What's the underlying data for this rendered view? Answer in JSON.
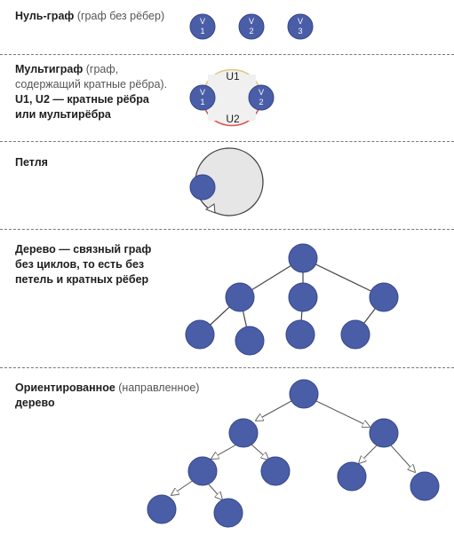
{
  "null_graph": {
    "title": "Нуль-граф",
    "note": "(граф без рёбер)",
    "vertices": [
      {
        "top": "V",
        "bottom": "1"
      },
      {
        "top": "V",
        "bottom": "2"
      },
      {
        "top": "V",
        "bottom": "3"
      }
    ]
  },
  "multigraph": {
    "title": "Мультиграф",
    "note": "(граф, содержащий кратные рёбра).",
    "line2": "U1, U2 — кратные рёбра",
    "line3": "или мультирёбра",
    "edge_top": "U1",
    "edge_bottom": "U2",
    "edge_top_color": "#e0c87a",
    "edge_bottom_color": "#d9534f",
    "v1": {
      "top": "V",
      "bottom": "1"
    },
    "v2": {
      "top": "V",
      "bottom": "2"
    }
  },
  "loop": {
    "title": "Петля"
  },
  "tree": {
    "line1": "Дерево — связный граф",
    "line2": "без циклов, то есть без",
    "line3": "петель и кратных рёбер"
  },
  "directed_tree": {
    "title": "Ориентированное",
    "note": "(направленное)",
    "line2": "дерево"
  },
  "colors": {
    "node_fill": "#4a5ea8",
    "loop_fill": "#e6e6e6",
    "divider": "#777777"
  }
}
